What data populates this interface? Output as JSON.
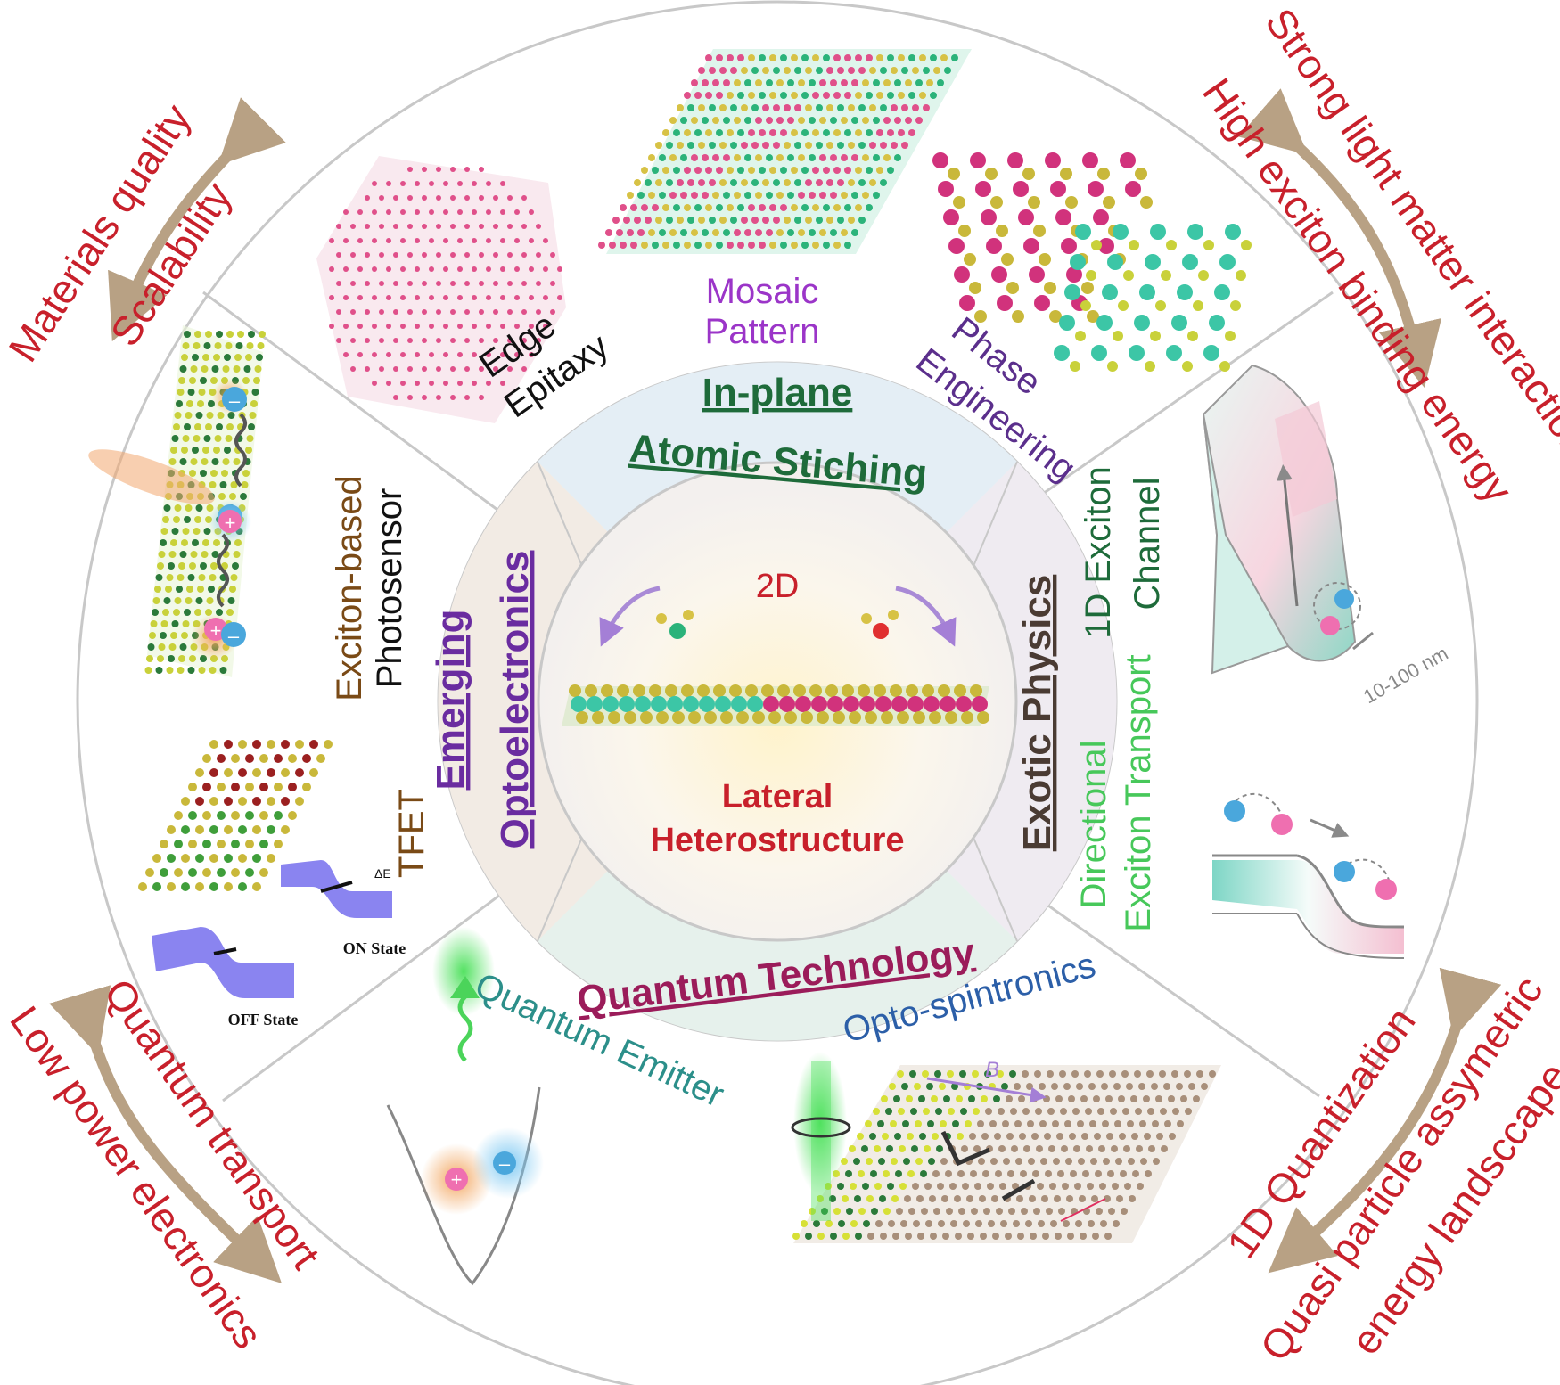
{
  "center": {
    "top": "2D",
    "line1": "Lateral",
    "line2": "Heterostructure"
  },
  "sections": {
    "top_line1": "In-plane",
    "top_line2": "Atomic Stiching",
    "left_line1": "Emerging",
    "left_line2": "Optoelectronics",
    "right": "Exotic Physics",
    "bottom": "Quantum Technology"
  },
  "features": {
    "edge_epitaxy_1": "Edge",
    "edge_epitaxy_2": "Epitaxy",
    "mosaic_1": "Mosaic",
    "mosaic_2": "Pattern",
    "phase_1": "Phase",
    "phase_2": "Engineering",
    "exciton_1": "Exciton-based",
    "exciton_2": "Photosensor",
    "tfet": "TFET",
    "tfet_on": "ON State",
    "tfet_off": "OFF State",
    "tfet_delta": "ΔE",
    "channel_1": "1D Exciton",
    "channel_2": "Channel",
    "channel_scale": "10-100 nm",
    "directional_1": "Directional",
    "directional_2": "Exciton Transport",
    "emitter": "Quantum Emitter",
    "spintronics": "Opto-spintronics",
    "field": "B"
  },
  "corners": {
    "tl_1": "Materials quality",
    "tl_2": "Scalability",
    "tr_1": "Strong light matter interaction",
    "tr_2": "High exciton binding energy",
    "bl_1": "Quantum transport",
    "bl_2": "Low power electronics",
    "br_1": "1D Quantization",
    "br_2": "Quasi particle assymetric",
    "br_3": "energy landsccape"
  },
  "colors": {
    "accent_red": "#c8202b",
    "section_green": "#1e6b3a",
    "section_purple": "#6a2ca0",
    "section_brown": "#4a3b33",
    "section_magenta": "#9b1c5a",
    "arrow_tan": "#b8a184"
  }
}
